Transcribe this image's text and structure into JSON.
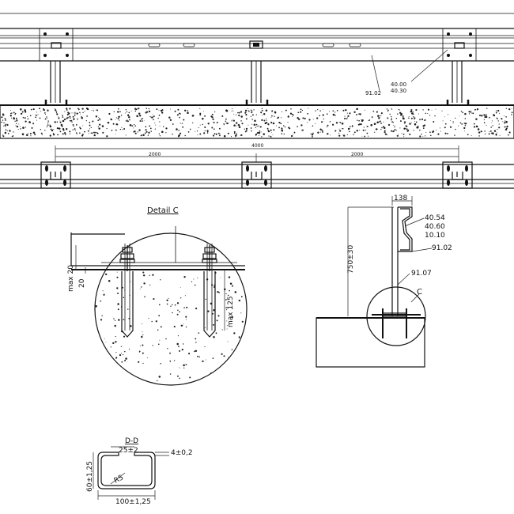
{
  "labels": {
    "top_note_a": "40.00",
    "top_note_b": "40.30",
    "top_note_c": "91.02",
    "dim_total": "4000",
    "dim_left": "2000",
    "dim_right": "2000",
    "detail_title": "Detail C",
    "max20": "max 20",
    "twenty": "20",
    "max125": "max 125",
    "width138": "138",
    "n4054": "40.54",
    "n4060": "40.60",
    "n1010": "10.10",
    "n9102": "91.02",
    "n9107": "91.07",
    "height750": "750±30",
    "c_marker": "C",
    "section_title": "D-D",
    "flange": "25±2",
    "thickness": "4±0,2",
    "height60": "60±1,25",
    "radius": "R5",
    "base100": "100±1,25"
  }
}
